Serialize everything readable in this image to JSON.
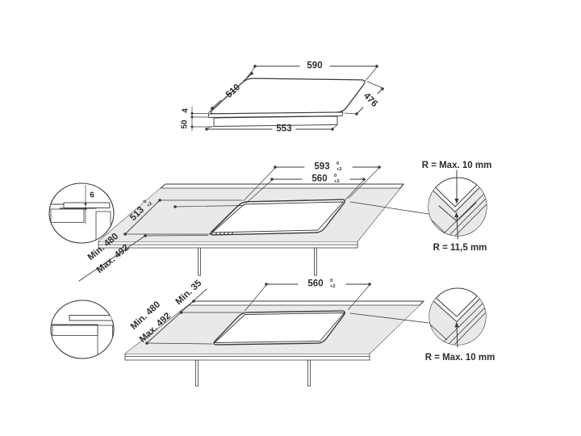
{
  "colors": {
    "line": "#3a3a3a",
    "surface": "#e9e9ea",
    "background": "#ffffff",
    "hatch": "#4a4a4a"
  },
  "hob_view": {
    "dim_width_top": "590",
    "dim_depth_left": "510",
    "dim_glass_thickness": "4",
    "dim_body_height": "50",
    "dim_depth_right": "476",
    "dim_width_bottom": "553"
  },
  "flush_install_view": {
    "dim_cutout_outer": {
      "value": "593",
      "tol_upper": "0",
      "tol_lower": "+2"
    },
    "dim_cutout_inner": {
      "value": "560",
      "tol_upper": "0",
      "tol_lower": "+2"
    },
    "dim_cutout_depth": {
      "value": "513",
      "tol_upper": "0",
      "tol_lower": "+2"
    },
    "dim_depth_min": "Min. 480",
    "dim_depth_max": "Max. 492",
    "recess_detail": {
      "dim_recess_depth": "6"
    },
    "corner_detail": {
      "label_top": "R = Max. 10 mm",
      "label_bottom": "R = 11,5 mm"
    }
  },
  "overlap_install_view": {
    "dim_cutout_width": {
      "value": "560",
      "tol_upper": "0",
      "tol_lower": "+2"
    },
    "dim_rear_clearance": "Min. 35",
    "dim_depth_min": "Min. 480",
    "dim_depth_max": "Max. 492",
    "corner_detail": {
      "label": "R = Max. 10 mm"
    }
  }
}
